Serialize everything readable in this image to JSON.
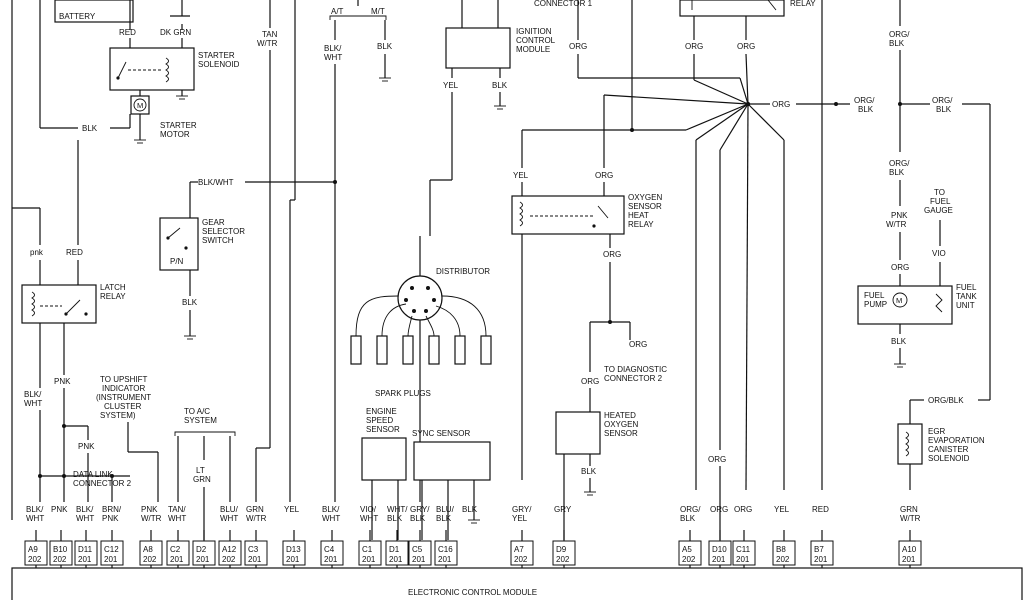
{
  "components": {
    "battery": "BATTERY",
    "starter_solenoid": [
      "STARTER",
      "SOLENOID"
    ],
    "starter_motor": [
      "STARTER",
      "MOTOR"
    ],
    "starter_motor_symbol": "M",
    "gear_selector_switch": [
      "GEAR",
      "SELECTOR",
      "SWITCH"
    ],
    "gear_selector_pos": "P/N",
    "latch_relay": [
      "LATCH",
      "RELAY"
    ],
    "ignition_control_module": [
      "IGNITION",
      "CONTROL",
      "MODULE"
    ],
    "distributor": "DISTRIBUTOR",
    "spark_plugs": "SPARK PLUGS",
    "oxygen_sensor_heat_relay": [
      "OXYGEN",
      "SENSOR",
      "HEAT",
      "RELAY"
    ],
    "diag_connector_1": "CONNECTOR 1",
    "diag_connector_2": [
      "TO DIAGNOSTIC",
      "CONNECTOR 2"
    ],
    "heated_oxygen_sensor": [
      "HEATED",
      "OXYGEN",
      "SENSOR"
    ],
    "engine_speed_sensor": [
      "ENGINE",
      "SPEED",
      "SENSOR"
    ],
    "sync_sensor": "SYNC SENSOR",
    "upshift_indicator": [
      "TO UPSHIFT",
      "INDICATOR",
      "(INSTRUMENT",
      "CLUSTER",
      "SYSTEM)"
    ],
    "ac_system": [
      "TO A/C",
      "SYSTEM"
    ],
    "data_link_connector": [
      "DATA LINK",
      "CONNECTOR 2"
    ],
    "fuel_pump": [
      "FUEL",
      "PUMP"
    ],
    "fuel_pump_symbol": "M",
    "fuel_tank_unit": [
      "FUEL",
      "TANK",
      "UNIT"
    ],
    "fuel_gauge": [
      "TO",
      "FUEL",
      "GAUGE"
    ],
    "egr_solenoid": [
      "EGR",
      "EVAPORATION",
      "CANISTER",
      "SOLENOID"
    ],
    "ecm": "ELECTRONIC CONTROL MODULE",
    "relay_top": "RELAY"
  },
  "wire_labels": {
    "red": "RED",
    "dk_grn": "DK GRN",
    "blk": "BLK",
    "tan_wtr": [
      "TAN",
      "W/TR"
    ],
    "at": "A/T",
    "mt": "M/T",
    "blk_wht": [
      "BLK/",
      "WHT"
    ],
    "blk_wht_inline": "BLK/WHT",
    "yel": "YEL",
    "org": "ORG",
    "org_blk": [
      "ORG/",
      "BLK"
    ],
    "org_blk_inline": "ORG/BLK",
    "pnk_lower": "pnk",
    "pnk": "PNK",
    "pnk_wtr": [
      "PNK",
      "W/TR"
    ],
    "vio": "VIO",
    "lt_grn": [
      "LT",
      "GRN"
    ]
  },
  "bottom_labels": [
    [
      "BLK/",
      "WHT"
    ],
    [
      "PNK"
    ],
    [
      "BLK/",
      "WHT"
    ],
    [
      "BRN/",
      "PNK"
    ],
    [
      "PNK",
      "W/TR"
    ],
    [
      "TAN/",
      "WHT"
    ],
    [],
    [
      "BLU/",
      "WHT"
    ],
    [
      "GRN",
      "W/TR"
    ],
    [
      "YEL"
    ],
    [
      "BLK/",
      "WHT"
    ],
    [
      "VIO/",
      "WHT"
    ],
    [
      "WHT/",
      "BLK"
    ],
    [
      "GRY/",
      "BLK"
    ],
    [
      "BLU/",
      "BLK"
    ],
    [
      "BLK"
    ],
    [
      "GRY/",
      "YEL"
    ],
    [
      "GRY"
    ],
    [
      "ORG/",
      "BLK"
    ],
    [
      "ORG"
    ],
    [
      "ORG"
    ],
    [
      "YEL"
    ],
    [
      "RED"
    ],
    [
      "GRN",
      "W/TR"
    ]
  ],
  "pins": [
    {
      "id": "A9",
      "num": "202"
    },
    {
      "id": "B10",
      "num": "202"
    },
    {
      "id": "D11",
      "num": "201"
    },
    {
      "id": "C12",
      "num": "201"
    },
    {
      "id": "A8",
      "num": "202"
    },
    {
      "id": "C2",
      "num": "201"
    },
    {
      "id": "D2",
      "num": "201"
    },
    {
      "id": "A12",
      "num": "202"
    },
    {
      "id": "C3",
      "num": "201"
    },
    {
      "id": "D13",
      "num": "201"
    },
    {
      "id": "C4",
      "num": "201"
    },
    {
      "id": "C1",
      "num": "201"
    },
    {
      "id": "D1",
      "num": "201"
    },
    {
      "id": "C5",
      "num": "201"
    },
    {
      "id": "C16",
      "num": "201"
    },
    {
      "id": "A7",
      "num": "202"
    },
    {
      "id": "D9",
      "num": "202"
    },
    {
      "id": "A5",
      "num": "202"
    },
    {
      "id": "D10",
      "num": "201"
    },
    {
      "id": "C11",
      "num": "201"
    },
    {
      "id": "B8",
      "num": "202"
    },
    {
      "id": "B7",
      "num": "201"
    },
    {
      "id": "A10",
      "num": "201"
    }
  ]
}
